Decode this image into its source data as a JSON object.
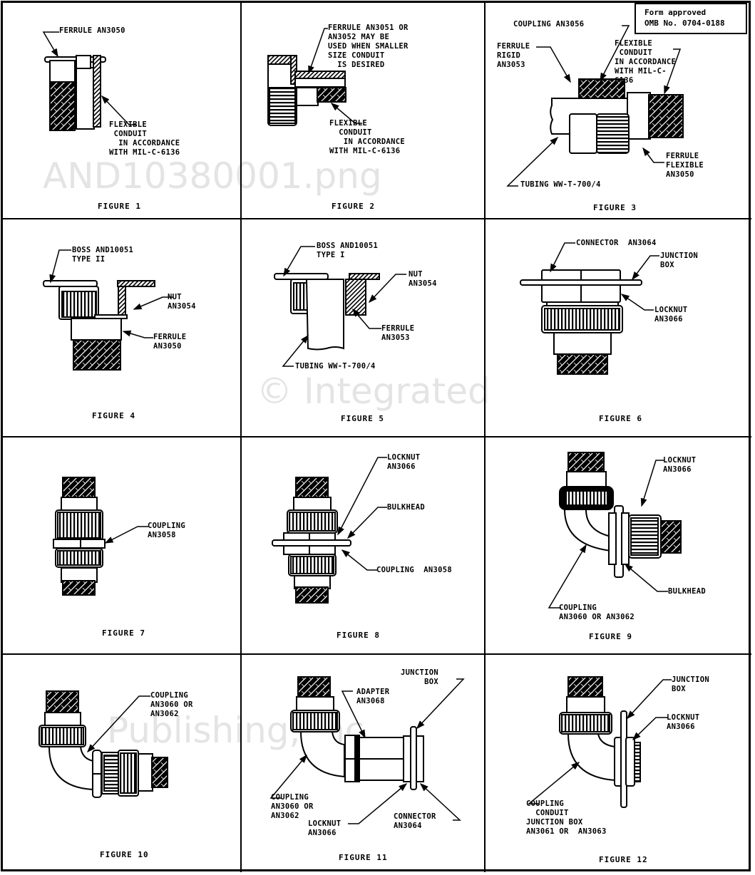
{
  "form_box": {
    "line1": "Form approved",
    "line2": "OMB No. 0704-0188"
  },
  "watermark": {
    "line1": "© Integrated",
    "line2": "Publishing, Inc.",
    "line3": "AND10380001.png"
  },
  "figures": [
    {
      "caption": "FIGURE 1",
      "labels": [
        "FERRULE AN3050",
        "FLEXIBLE\n CONDUIT\n  IN ACCORDANCE\nWITH MIL-C-6136"
      ]
    },
    {
      "caption": "FIGURE 2",
      "labels": [
        "FERRULE AN3051 OR\nAN3052 MAY BE\nUSED WHEN SMALLER\nSIZE CONDUIT\n  IS DESIRED",
        "FLEXIBLE\n  CONDUIT\n   IN ACCORDANCE\nWITH MIL-C-6136"
      ]
    },
    {
      "caption": "FIGURE 3",
      "labels": [
        "COUPLING AN3056",
        "FERRULE\nRIGID\nAN3053",
        "FLEXIBLE\n CONDUIT\nIN ACCORDANCE\nWITH MIL-C-\n6136",
        "FERRULE\nFLEXIBLE\nAN3050",
        "TUBING WW-T-700/4"
      ]
    },
    {
      "caption": "FIGURE 4",
      "labels": [
        "BOSS AND10051\nTYPE II",
        "NUT\nAN3054",
        "FERRULE\nAN3050"
      ]
    },
    {
      "caption": "FIGURE 5",
      "labels": [
        "BOSS AND10051\nTYPE I",
        "NUT\nAN3054",
        "FERRULE\nAN3053",
        "TUBING WW-T-700/4"
      ]
    },
    {
      "caption": "FIGURE 6",
      "labels": [
        "CONNECTOR  AN3064",
        "JUNCTION\nBOX",
        "LOCKNUT\nAN3066"
      ]
    },
    {
      "caption": "FIGURE 7",
      "labels": [
        "COUPLING\nAN3058"
      ]
    },
    {
      "caption": "FIGURE 8",
      "labels": [
        "LOCKNUT\nAN3066",
        "BULKHEAD",
        "COUPLING  AN3058"
      ]
    },
    {
      "caption": "FIGURE 9",
      "labels": [
        "LOCKNUT\nAN3066",
        "BULKHEAD",
        "COUPLING\nAN3060 OR AN3062"
      ]
    },
    {
      "caption": "FIGURE 10",
      "labels": [
        "COUPLING\nAN3060 OR\nAN3062"
      ]
    },
    {
      "caption": "FIGURE 11",
      "labels": [
        "JUNCTION\n     BOX",
        "ADAPTER\nAN3068",
        "COUPLING\nAN3060 OR\nAN3062",
        "LOCKNUT\nAN3066",
        "CONNECTOR\nAN3064"
      ]
    },
    {
      "caption": "FIGURE 12",
      "labels": [
        "JUNCTION\nBOX",
        "LOCKNUT\nAN3066",
        "COUPLING\n  CONDUIT\nJUNCTION BOX\nAN3061 OR  AN3063"
      ]
    }
  ]
}
